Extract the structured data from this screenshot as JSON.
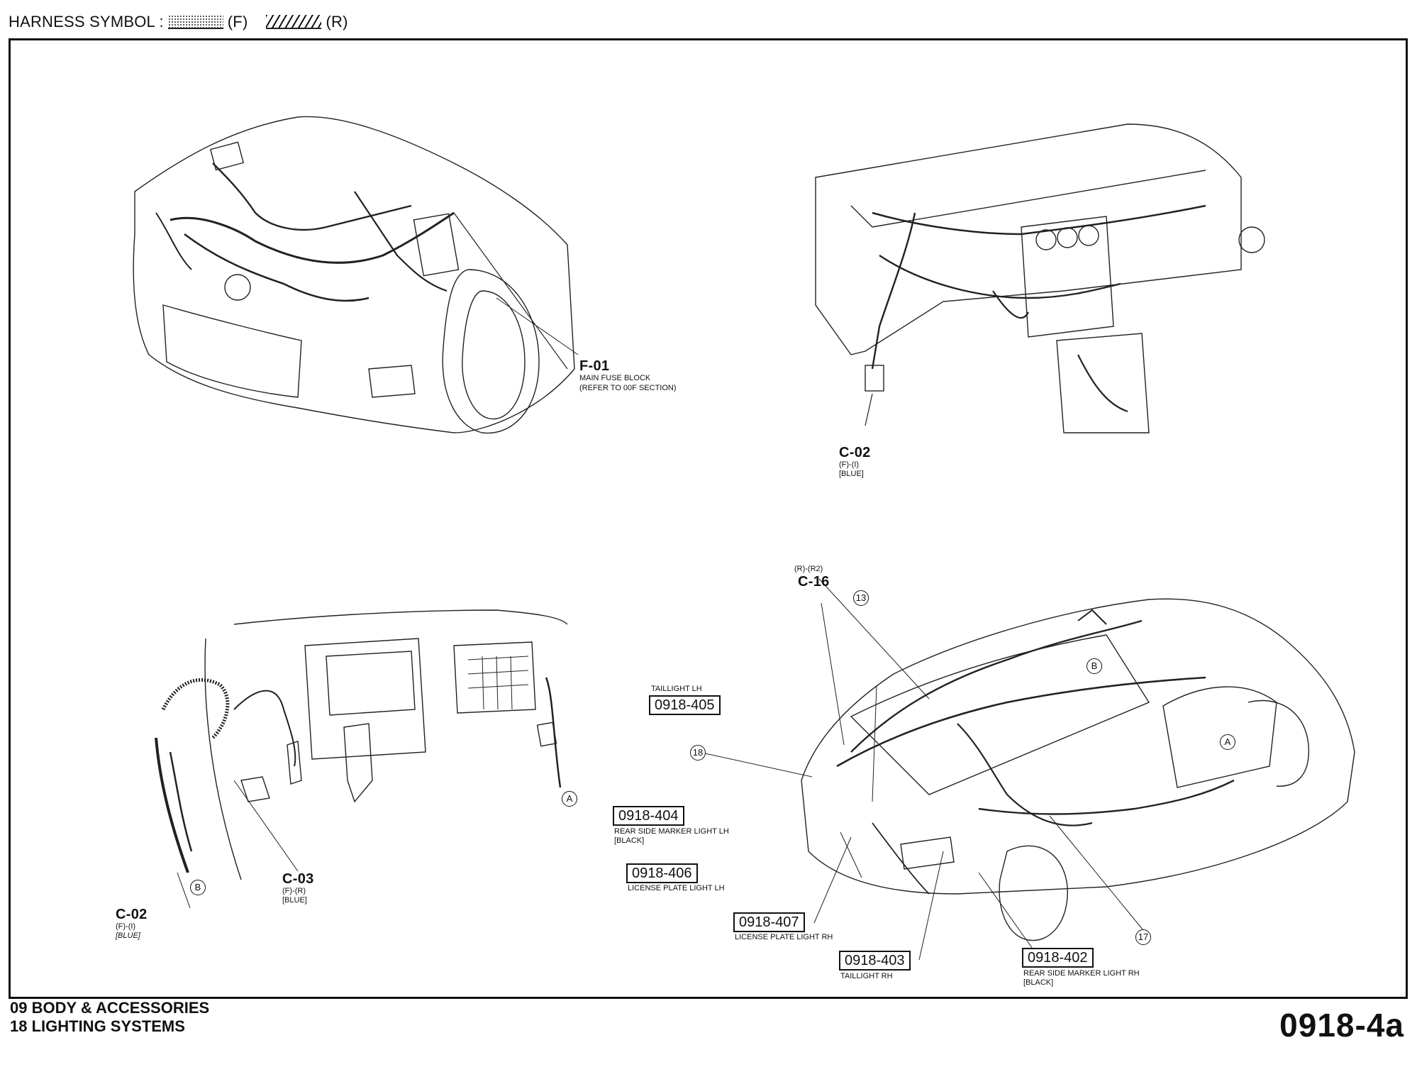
{
  "header": {
    "title": "HARNESS SYMBOL :",
    "front_code": "(F)",
    "rear_code": "(R)"
  },
  "views": {
    "engine": {
      "connector": "F-01",
      "desc_line1": "MAIN FUSE BLOCK",
      "desc_line2": "(REFER TO 00F SECTION)"
    },
    "dashboard": {
      "connector": "C-02",
      "sub1": "(F)-(I)",
      "sub2": "[BLUE]"
    },
    "pedal": {
      "c02": {
        "connector": "C-02",
        "sub1": "(F)-(I)",
        "sub2": "[BLUE]"
      },
      "c03": {
        "connector": "C-03",
        "sub1": "(F)-(R)",
        "sub2": "[BLUE]"
      },
      "callout_a": "A",
      "callout_b": "B"
    },
    "rear": {
      "c16": {
        "sub": "(R)-(R2)",
        "connector": "C-16"
      },
      "callout_13": "13",
      "callout_18": "18",
      "callout_17": "17",
      "callout_a": "A",
      "callout_b": "B",
      "parts": [
        {
          "code": "0918-405",
          "desc_above": "TAILLIGHT LH"
        },
        {
          "code": "0918-404",
          "desc1": "REAR SIDE MARKER LIGHT LH",
          "desc2": "[BLACK]"
        },
        {
          "code": "0918-406",
          "desc1": "LICENSE PLATE LIGHT LH"
        },
        {
          "code": "0918-407",
          "desc1": "LICENSE PLATE LIGHT RH"
        },
        {
          "code": "0918-403",
          "desc1": "TAILLIGHT RH"
        },
        {
          "code": "0918-402",
          "desc1": "REAR SIDE MARKER LIGHT RH",
          "desc2": "[BLACK]"
        }
      ]
    }
  },
  "footer": {
    "line1": "09  BODY & ACCESSORIES",
    "line2": "18  LIGHTING SYSTEMS",
    "page_code": "0918-4a"
  }
}
